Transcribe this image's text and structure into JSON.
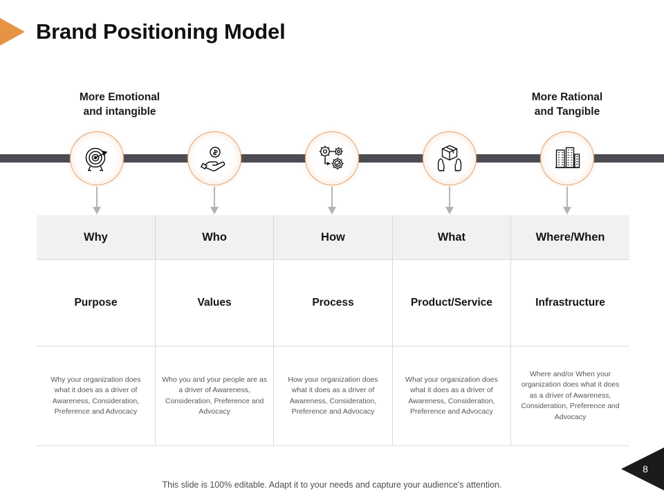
{
  "slide": {
    "title": "Brand Positioning Model",
    "page_number": "8",
    "footer_note": "This slide is 100% editable. Adapt it to your needs and capture your audience's attention.",
    "accent_color": "#e59344",
    "circle_border_color": "#e2a06a",
    "rail_color": "#4b4b53",
    "header_fill_color": "#f1f1f1",
    "arrow_color": "#b4b4b4"
  },
  "spectrum": {
    "left_label": "More Emotional\nand intangible",
    "left_label_line1": "More Emotional",
    "left_label_line2": "and intangible",
    "right_label_line1": "More Rational",
    "right_label_line2": "and Tangible"
  },
  "nodes": [
    {
      "icon": "target-icon"
    },
    {
      "icon": "hand-holding-money-icon"
    },
    {
      "icon": "gears-process-icon"
    },
    {
      "icon": "hands-holding-box-icon"
    },
    {
      "icon": "buildings-icon"
    }
  ],
  "matrix": {
    "headers": [
      "Why",
      "Who",
      "How",
      "What",
      "Where/When"
    ],
    "terms": [
      "Purpose",
      "Values",
      "Process",
      "Product/Service",
      "Infrastructure"
    ],
    "descriptions": [
      "Why your organization does what it does as a driver of Awareness, Consideration, Preference and Advocacy",
      "Who you and your people are as a driver of Awareness, Consideration, Preference and Advocacy",
      "How your organization does what it does as a driver of Awareness, Consideration, Preference and Advocacy",
      "What your organization does what it does as a driver of Awareness, Consideration, Preference and Advocacy",
      "Where and/or When your organization does what it does as a driver of Awareness, Consideration, Preference and Advocacy"
    ]
  }
}
